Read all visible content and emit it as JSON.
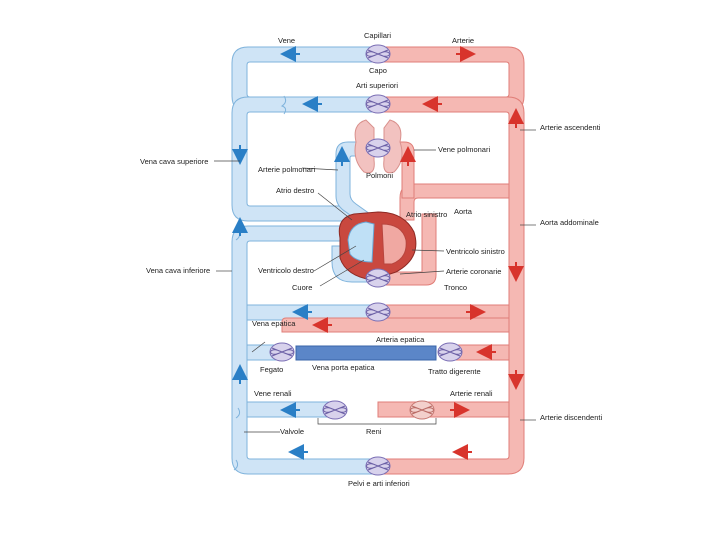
{
  "colors": {
    "vein_fill": "#cfe4f6",
    "vein_stroke": "#7fb3dc",
    "artery_fill": "#f5b8b3",
    "artery_stroke": "#e07e78",
    "vein_arrow": "#2a7fc6",
    "artery_arrow": "#d8342c",
    "heart": "#c9483f",
    "lungs": "#f2c2c0",
    "label": "#222222",
    "leader": "#444444"
  },
  "labels": {
    "capillari": "Capillari",
    "vene": "Vene",
    "arterie": "Arterie",
    "capo": "Capo",
    "arti_superiori": "Arti superiori",
    "arterie_ascendenti": "Arterie ascendenti",
    "vena_cava_superiore": "Vena cava superiore",
    "arterie_polmonari": "Arterie polmonari",
    "vene_polmonari": "Vene polmonari",
    "polmoni": "Polmoni",
    "atrio_destro": "Atrio destro",
    "atrio_sinistro": "Atrio sinistro",
    "aorta": "Aorta",
    "aorta_addominale": "Aorta addominale",
    "ventricolo_sinistro": "Ventricolo sinistro",
    "vena_cava_inferiore": "Vena cava inferiore",
    "ventricolo_destro": "Ventricolo destro",
    "arterie_coronarie": "Arterie coronarie",
    "cuore": "Cuore",
    "tronco": "Tronco",
    "vena_epatica": "Vena epatica",
    "arteria_epatica": "Arteria epatica",
    "fegato": "Fegato",
    "vena_porta_epatica": "Vena porta epatica",
    "tratto_digerente": "Tratto digerente",
    "vene_renali": "Vene renali",
    "arterie_renali": "Arterie renali",
    "arterie_discendenti": "Arterie discendenti",
    "valvole": "Valvole",
    "reni": "Reni",
    "pelvi_arti_inferiori": "Pelvi e arti inferiori"
  }
}
